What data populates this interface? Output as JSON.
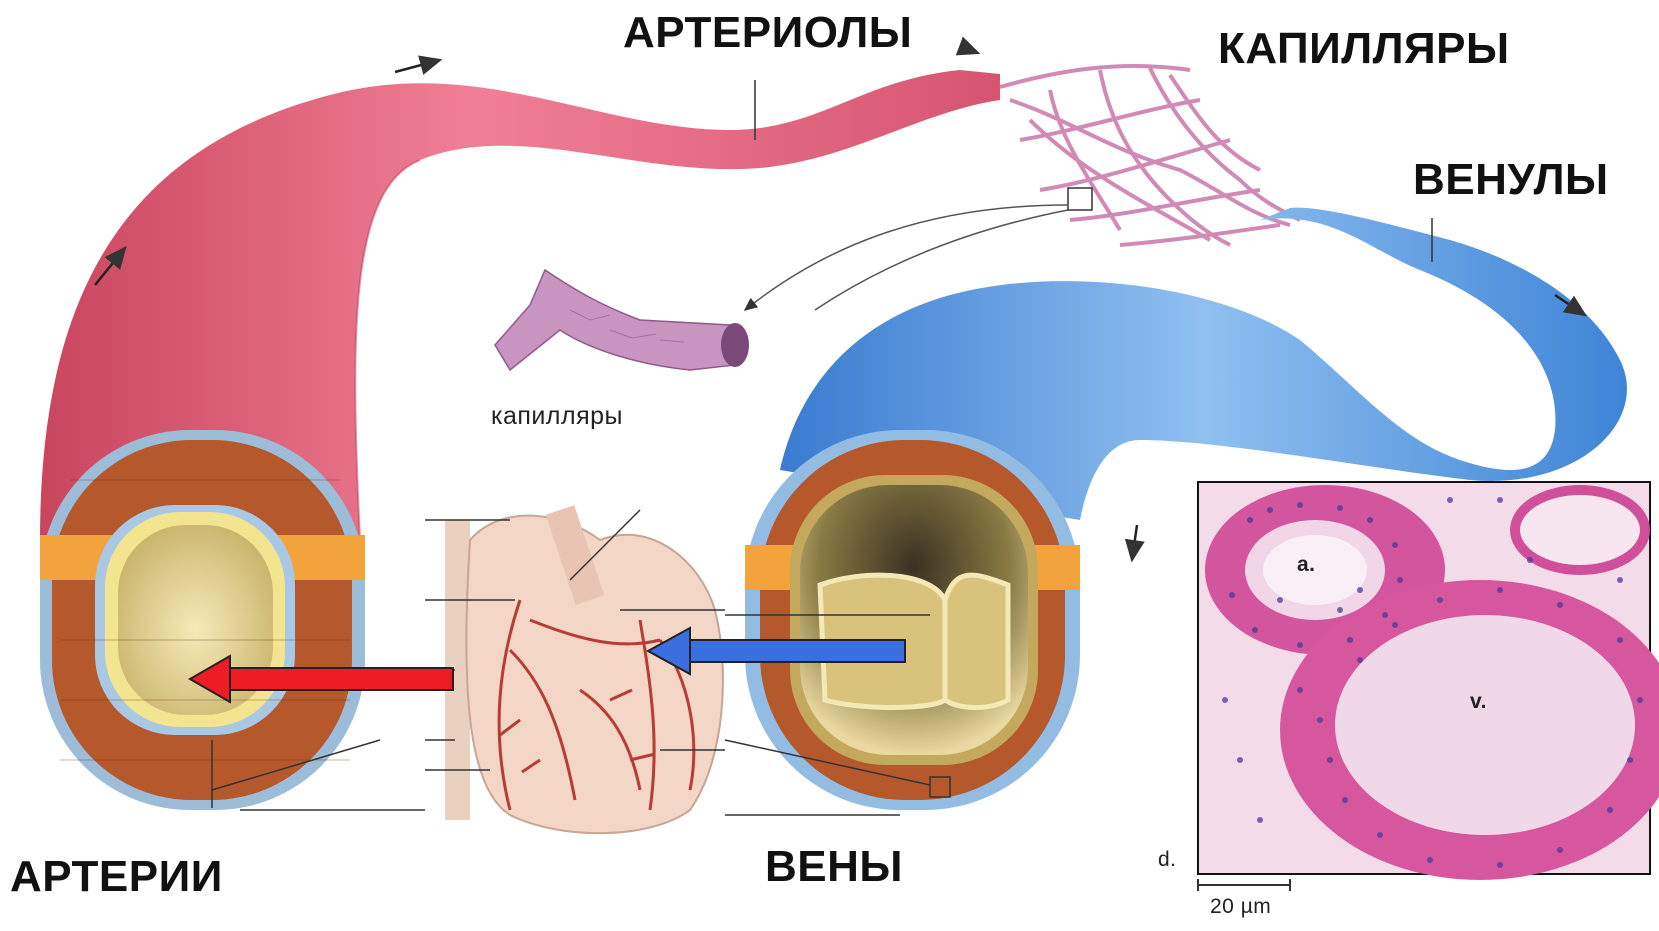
{
  "labels": {
    "arterioles": "АРТЕРИОЛЫ",
    "capillaries_upper": "КАПИЛЛЯРЫ",
    "venules": "ВЕНУЛЫ",
    "capillaries_lower": "капилляры",
    "arteries": "АРТЕРИИ",
    "veins": "ВЕНЫ"
  },
  "micrograph": {
    "artery_mark": "a.",
    "vein_mark": "v.",
    "panel_letter": "d.",
    "scale_bar": "20 µm"
  },
  "colors": {
    "artery": "#e8647d",
    "vein": "#4f92dd",
    "capillary": "#d9a0c4",
    "heart": "#f2d3c3",
    "coronary": "#b83c35",
    "red_arrow": "#ee1c24",
    "blue_arrow": "#3b6fe0",
    "histology": "#d95aa0"
  }
}
